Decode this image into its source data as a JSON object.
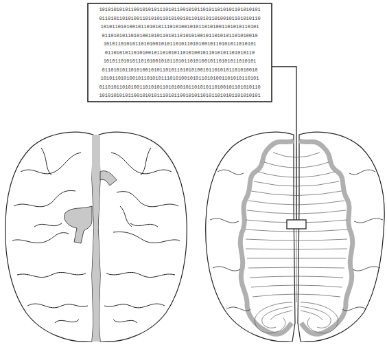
{
  "diagram": {
    "labels": [
      "10101010101100101010111010110010101101011010101101010101",
      "01101011010100110101011010100101101010110100101101010110",
      "1010110101001011010101110101001010110101001101010110101",
      "011010101101010010101101011010101001011010101101010010",
      "10101101010110101001010110101101010010110101011010101",
      "0110101011010100101101010110101001011010101101010110",
      "10101101010110101001010110101101010010110101011010101",
      "011010101101010010101101011010101001011010101101010010",
      "1010110101001011010101110101001010110101001101010110101",
      "01101011010100110101011010100101101010110100101101010110",
      "10101010101100101010111010110010101101011010101101010101"
    ]
  }
}
